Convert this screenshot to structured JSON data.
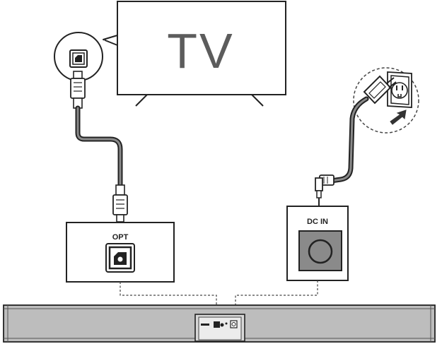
{
  "diagram": {
    "tv": {
      "label": "TV"
    },
    "optical_port": {
      "label": "OPT"
    },
    "dc_port": {
      "label": "DC IN"
    }
  },
  "colors": {
    "line": "#222222",
    "soundbar_fill": "#bdbdbd",
    "dc_socket_fill": "#8a8a8a",
    "tv_text": "#5c5c5c"
  },
  "icons": [
    "optical-port-icon",
    "optical-plug-icon",
    "dc-plug-icon",
    "wall-socket-icon",
    "insert-arrow-icon"
  ]
}
